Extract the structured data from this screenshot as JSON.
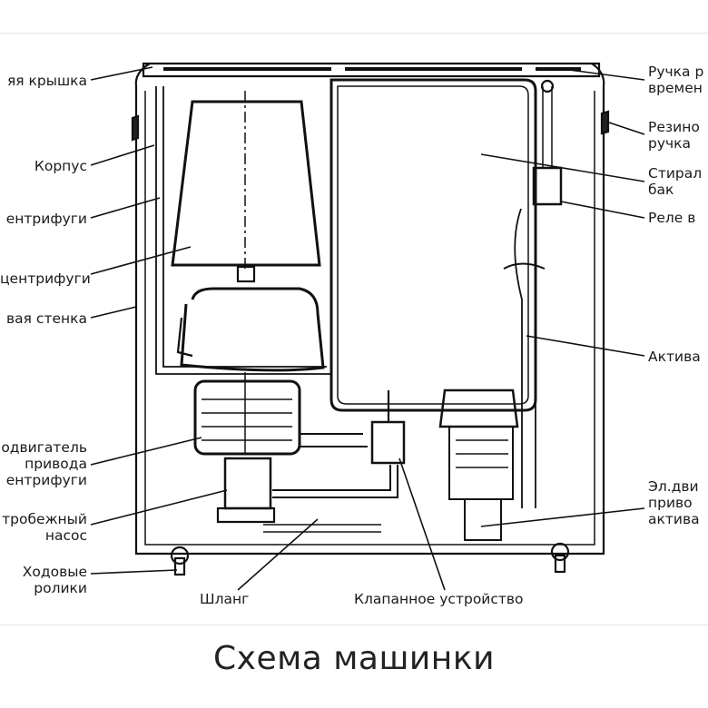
{
  "labels": {
    "lid": "яя крышка",
    "body": "Корпус",
    "centrifuge_lid": "ентрифуги",
    "centrifuge_drum": "центрифуги",
    "partition_wall": "вая стенка",
    "centrifuge_motor_l1": "одвигатель",
    "centrifuge_motor_l2": "привода",
    "centrifuge_motor_l3": "ентрифуги",
    "pump_l1": "тробежный",
    "pump_l2": "насос",
    "rollers_l1": "Ходовые",
    "rollers_l2": "ролики",
    "hose": "Шланг",
    "valve": "Клапанное устройство",
    "timer_handle_l1": "Ручка р",
    "timer_handle_l2": "времен",
    "rubber_handle_l1": "Резино",
    "rubber_handle_l2": "ручка",
    "wash_tank_l1": "Стирал",
    "wash_tank_l2": "бак",
    "timer_relay": "Реле в",
    "activator": "Актива",
    "activator_motor_l1": "Эл.дви",
    "activator_motor_l2": "приво",
    "activator_motor_l3": "актива"
  },
  "caption": "Схема машинки"
}
